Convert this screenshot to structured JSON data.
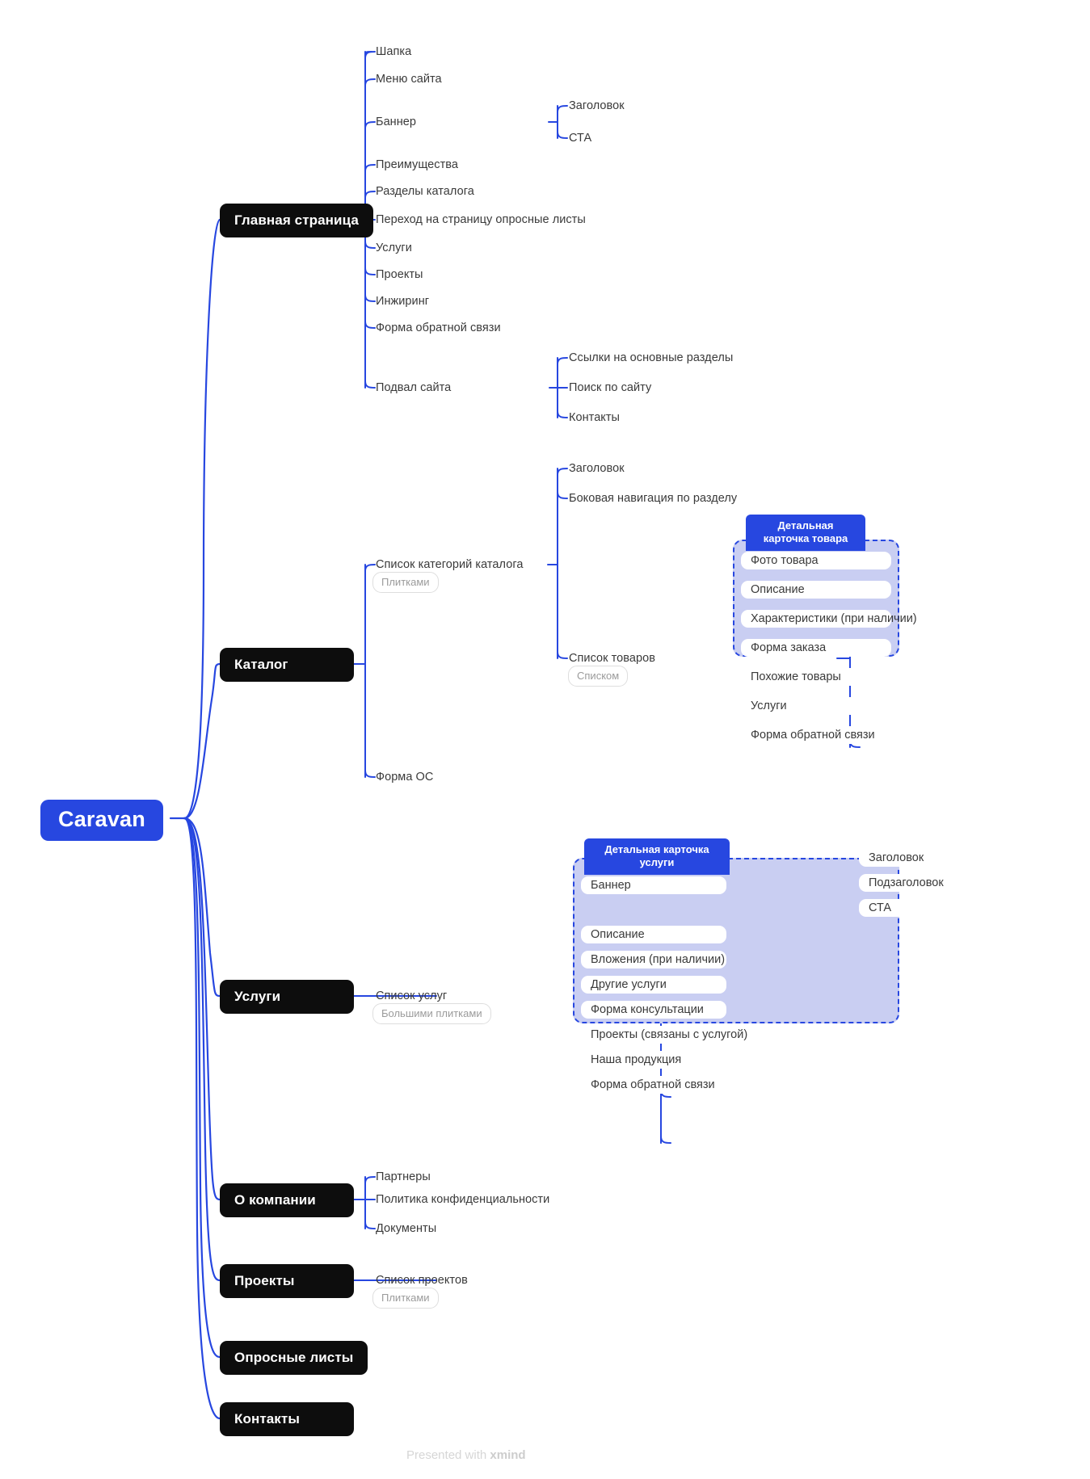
{
  "root": {
    "label": "Caravan"
  },
  "footer": {
    "prefix": "Presented with ",
    "brand": "xmind"
  },
  "topics": [
    {
      "label": "Главная страница"
    },
    {
      "label": "Каталог"
    },
    {
      "label": "Услуги"
    },
    {
      "label": "О компании"
    },
    {
      "label": "Проекты"
    },
    {
      "label": "Опросные листы"
    },
    {
      "label": "Контакты"
    }
  ],
  "home": {
    "items": [
      {
        "label": "Шапка"
      },
      {
        "label": "Меню сайта"
      },
      {
        "label": "Баннер"
      },
      {
        "label": "Преимущества"
      },
      {
        "label": "Разделы каталога"
      },
      {
        "label": "Переход на страницу опросные листы"
      },
      {
        "label": "Услуги"
      },
      {
        "label": "Проекты"
      },
      {
        "label": "Инжиринг"
      },
      {
        "label": "Форма обратной связи"
      },
      {
        "label": "Подвал сайта"
      }
    ],
    "banner_children": [
      {
        "label": "Заголовок"
      },
      {
        "label": "СТА"
      }
    ],
    "footer_children": [
      {
        "label": "Ссылки на основные разделы"
      },
      {
        "label": "Поиск по сайту"
      },
      {
        "label": "Контакты"
      }
    ]
  },
  "catalog": {
    "items": [
      {
        "label": "Список категорий каталога",
        "tag": "Плитками"
      },
      {
        "label": "Форма ОС",
        "tag": ""
      }
    ],
    "category_children": [
      {
        "label": "Заголовок"
      },
      {
        "label": "Боковая навигация по разделу"
      },
      {
        "label": "Список товаров",
        "tag": "Списком"
      }
    ],
    "product_card": {
      "title": "Детальная карточка товара",
      "items": [
        {
          "label": "Фото товара"
        },
        {
          "label": "Описание"
        },
        {
          "label": "Характеристики (при наличии)"
        },
        {
          "label": "Форма заказа"
        },
        {
          "label": "Похожие товары"
        },
        {
          "label": "Услуги"
        },
        {
          "label": "Форма обратной связи"
        }
      ]
    }
  },
  "services": {
    "items": [
      {
        "label": "Список услуг",
        "tag": "Большими плитками"
      }
    ],
    "service_card": {
      "title": "Детальная карточка услуги",
      "items": [
        {
          "label": "Баннер"
        },
        {
          "label": "Описание"
        },
        {
          "label": "Вложения (при наличии)"
        },
        {
          "label": "Другие услуги"
        },
        {
          "label": "Форма консультации"
        },
        {
          "label": "Проекты (связаны с услугой)"
        },
        {
          "label": "Наша продукция"
        },
        {
          "label": "Форма обратной связи"
        }
      ],
      "banner_children": [
        {
          "label": "Заголовок"
        },
        {
          "label": "Подзаголовок"
        },
        {
          "label": "СТА"
        }
      ]
    }
  },
  "about": {
    "items": [
      {
        "label": "Партнеры"
      },
      {
        "label": "Политика конфиденциальности"
      },
      {
        "label": "Документы"
      }
    ]
  },
  "projects": {
    "items": [
      {
        "label": "Список проектов",
        "tag": "Плитками"
      }
    ]
  },
  "colors": {
    "accent": "#2747e0",
    "topic_bg": "#0d0d0d",
    "boundary_fill": "#c9cef2",
    "leaf_text": "#3a3a3a",
    "tag_text": "#9b9b9b"
  }
}
